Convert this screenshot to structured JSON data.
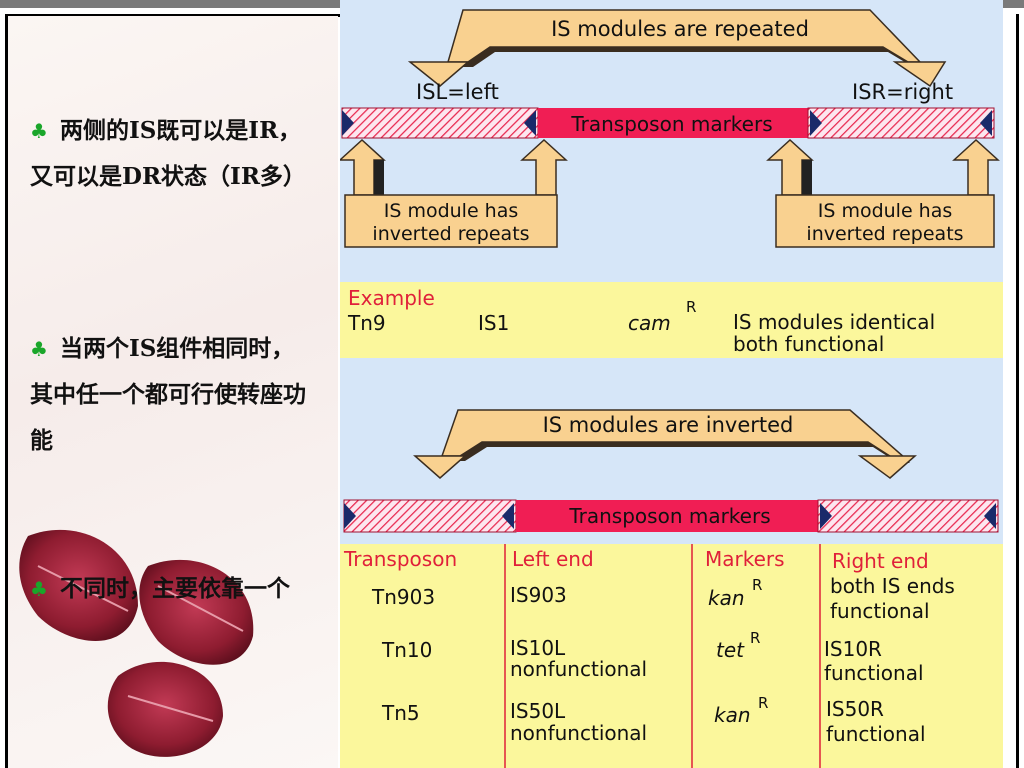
{
  "bullets": [
    {
      "text": "两侧的IS既可以是IR，又可以是DR状态（IR多）"
    },
    {
      "text": "当两个IS组件相同时，其中任一个都可行使转座功能"
    },
    {
      "text": "不同时，主要依靠一个"
    }
  ],
  "top_section": {
    "arrow_label": "IS modules are repeated",
    "isl_label": "ISL=left",
    "isr_label": "ISR=right",
    "markers_label": "Transposon markers",
    "left_box": {
      "line1": "IS module has",
      "line2": "inverted repeats"
    },
    "right_box": {
      "line1": "IS module has",
      "line2": "inverted repeats"
    }
  },
  "example": {
    "title": "Example",
    "transposon": "Tn9",
    "is": "IS1",
    "marker": "cam",
    "marker_sup": "R",
    "note_line1": "IS modules identical",
    "note_line2": "both functional"
  },
  "bottom_section": {
    "arrow_label": "IS modules are inverted",
    "markers_label": "Transposon markers"
  },
  "table": {
    "headers": [
      "Transposon",
      "Left end",
      "Markers",
      "Right end"
    ],
    "rows": [
      {
        "transposon": "Tn903",
        "left1": "IS903",
        "left2": "",
        "marker": "kan",
        "sup": "R",
        "right1": "both IS ends",
        "right2": "functional"
      },
      {
        "transposon": "Tn10",
        "left1": "IS10L",
        "left2": "nonfunctional",
        "marker": "tet",
        "sup": "R",
        "right1": "IS10R",
        "right2": "functional"
      },
      {
        "transposon": "Tn5",
        "left1": "IS50L",
        "left2": "nonfunctional",
        "marker": "kan",
        "sup": "R",
        "right1": "IS50R",
        "right2": "functional"
      }
    ]
  },
  "colors": {
    "diagram_bg": "#d6e6f8",
    "yellow_panel": "#fbf79c",
    "arrow_fill": "#f9d190",
    "marker_red": "#f01e54",
    "header_red": "#e0203a",
    "bullet_green": "#1aa62a"
  }
}
